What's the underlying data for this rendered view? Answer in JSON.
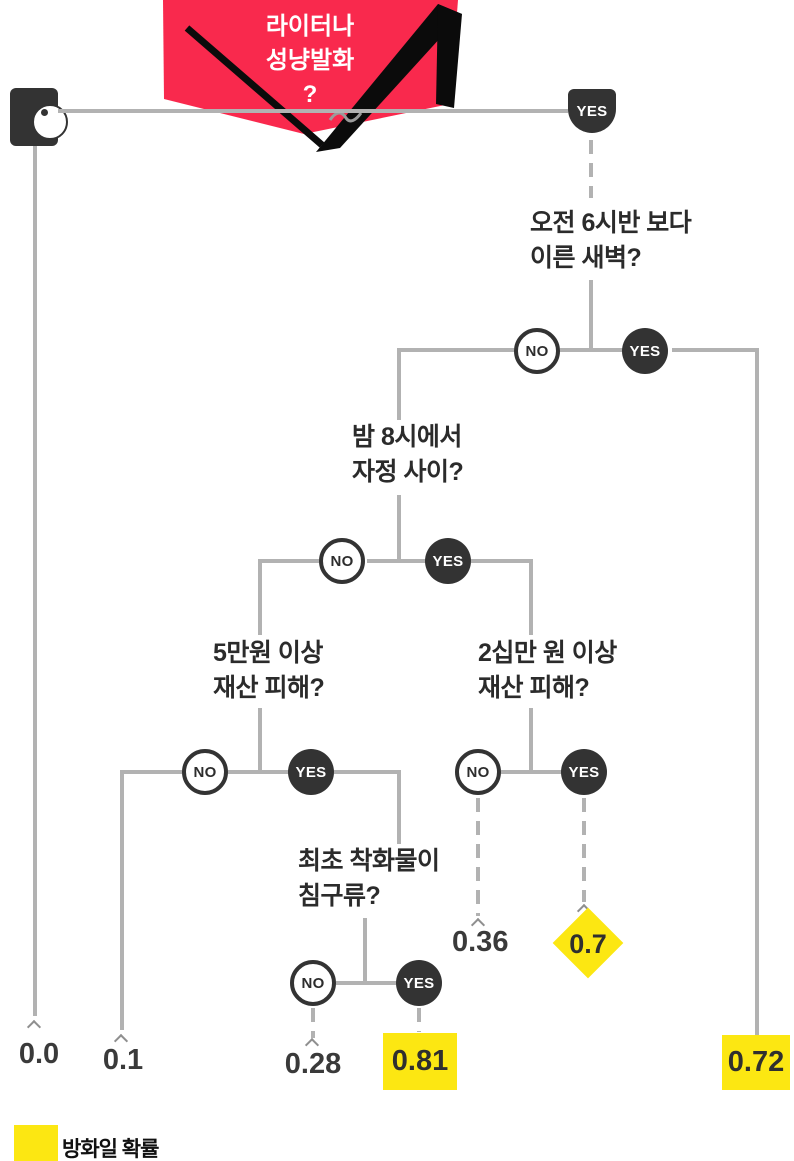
{
  "banner": {
    "line1": "라이터나",
    "line2": "성냥발화",
    "line3": "?"
  },
  "labels": {
    "yes": "YES",
    "no": "NO"
  },
  "questions": {
    "q1_line1": "오전 6시반 보다",
    "q1_line2": "이른 새벽?",
    "q2_line1": "밤 8시에서",
    "q2_line2": "자정 사이?",
    "q3_line1": "5만원 이상",
    "q3_line2": "재산 피해?",
    "q4_line1": "2십만 원 이상",
    "q4_line2": "재산 피해?",
    "q5_line1": "최초 착화물이",
    "q5_line2": "침구류?"
  },
  "leaves": {
    "root_no": "0.0",
    "q3_no": "0.1",
    "q5_no": "0.28",
    "q5_yes": "0.81",
    "q4_no": "0.36",
    "q4_yes": "0.7",
    "q1_yes": "0.72"
  },
  "legend": {
    "label": "방화일 확률"
  },
  "colors": {
    "banner_red": "#F9294D",
    "highlight_yellow": "#FCE712",
    "node_dark": "#333333",
    "line_gray": "#B2B2B2",
    "check_black": "#0B0B0B"
  }
}
